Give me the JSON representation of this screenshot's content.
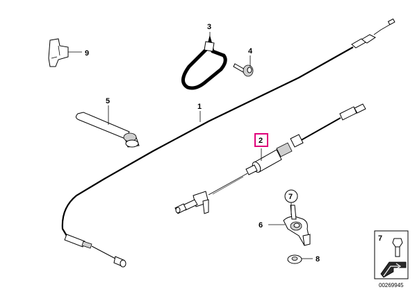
{
  "callouts": [
    {
      "id": "callout-1",
      "label": "1"
    },
    {
      "id": "callout-2",
      "label": "2"
    },
    {
      "id": "callout-3",
      "label": "3"
    },
    {
      "id": "callout-4",
      "label": "4"
    },
    {
      "id": "callout-5",
      "label": "5"
    },
    {
      "id": "callout-6",
      "label": "6"
    },
    {
      "id": "callout-7",
      "label": "7"
    },
    {
      "id": "callout-8",
      "label": "8"
    },
    {
      "id": "callout-9",
      "label": "9"
    }
  ],
  "legend": {
    "label": "7"
  },
  "diagram_id": "00269945",
  "colors": {
    "highlight": "#e0007a",
    "line": "#000000",
    "part_fill": "#ffffff",
    "shade": "#cfcfcf"
  }
}
